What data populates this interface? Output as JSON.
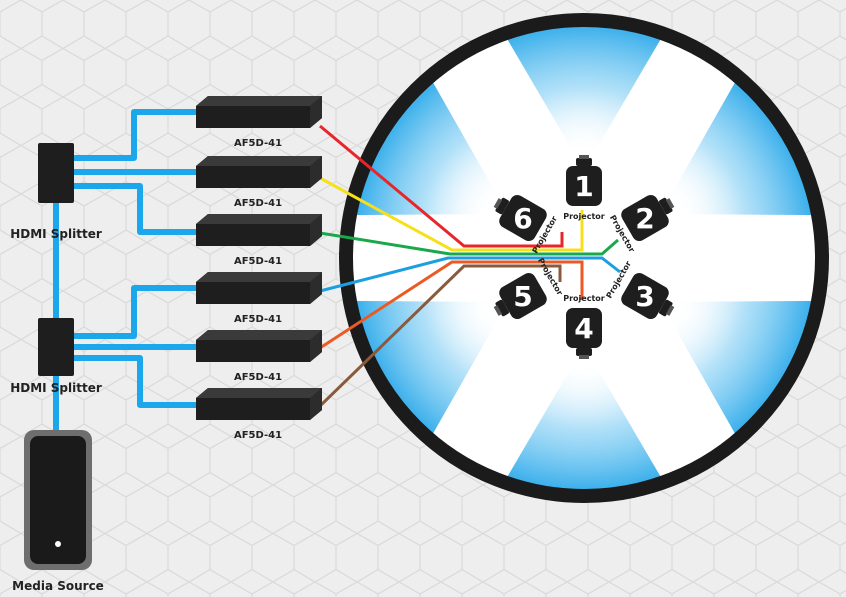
{
  "media_source": {
    "label": "Media Source"
  },
  "splitters": [
    {
      "label": "HDMI Splitter"
    },
    {
      "label": "HDMI Splitter"
    }
  ],
  "extenders": [
    {
      "label": "AF5D-41",
      "cable_color": "#e8262a"
    },
    {
      "label": "AF5D-41",
      "cable_color": "#f4e11c"
    },
    {
      "label": "AF5D-41",
      "cable_color": "#1aa84a"
    },
    {
      "label": "AF5D-41",
      "cable_color": "#1c9fe0"
    },
    {
      "label": "AF5D-41",
      "cable_color": "#ec5a24"
    },
    {
      "label": "AF5D-41",
      "cable_color": "#8a5a3c"
    }
  ],
  "projectors": [
    {
      "number": "1",
      "label": "Projector"
    },
    {
      "number": "2",
      "label": "Projector"
    },
    {
      "number": "3",
      "label": "Projector"
    },
    {
      "number": "4",
      "label": "Projector"
    },
    {
      "number": "5",
      "label": "Projector"
    },
    {
      "number": "6",
      "label": "Projector"
    }
  ],
  "colors": {
    "hdmi_cable": "#1ca7ec",
    "ring": "#1b1b1b",
    "device": "#1e1e1e",
    "beam": "#1ea4e8",
    "background": "#eeeeee"
  }
}
